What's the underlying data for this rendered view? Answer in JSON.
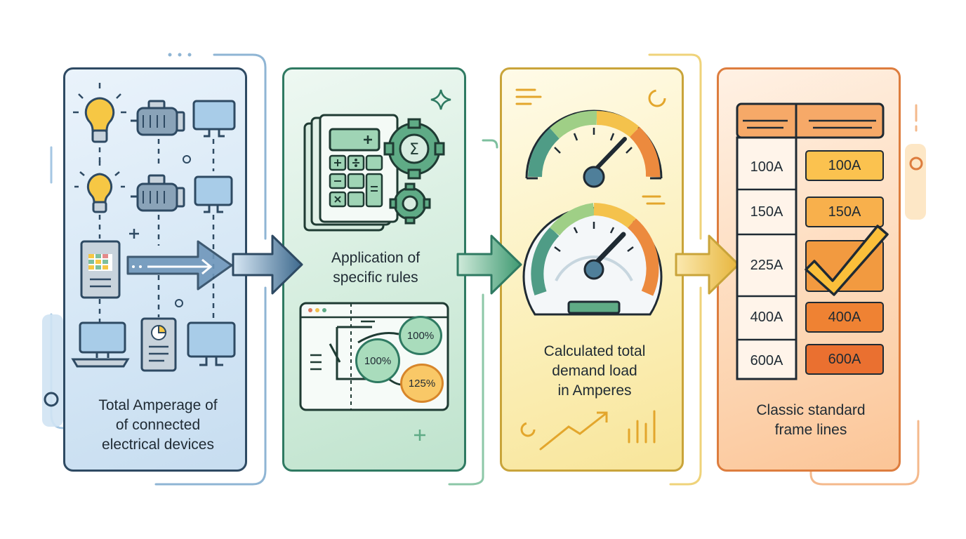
{
  "steps": [
    {
      "caption": "Total Amperage of\nof connected\nelectrical devices"
    },
    {
      "caption": "Application of\nspecific rules"
    },
    {
      "caption": "Calculated total\ndemand load\nin Amperes"
    },
    {
      "caption": "Classic standard\nframe lines"
    }
  ],
  "rules": {
    "percentages": [
      "100%",
      "100%",
      "125%"
    ]
  },
  "frames": {
    "left": [
      "100A",
      "150A",
      "225A",
      "400A",
      "600A"
    ],
    "right": [
      "100A",
      "150A",
      "400A",
      "600A"
    ],
    "selected": "225A"
  },
  "icons": {
    "panel1": [
      "lightbulb-icon",
      "motor-icon",
      "monitor-icon",
      "panel-board-icon",
      "computer-icon",
      "document-chart-icon",
      "arrow-right-icon"
    ],
    "panel2": [
      "calculator-icon",
      "gear-sigma-icon",
      "gear-icon",
      "sparkle-icon",
      "switch-diagram-icon"
    ],
    "panel3": [
      "gauge-icon",
      "speedometer-icon",
      "trend-up-icon"
    ],
    "panel4": [
      "checkmark-icon"
    ]
  },
  "colors": {
    "blue": "#2e4a63",
    "green": "#2f7a62",
    "yellow": "#c9a43a",
    "orange": "#dd7d3e"
  }
}
